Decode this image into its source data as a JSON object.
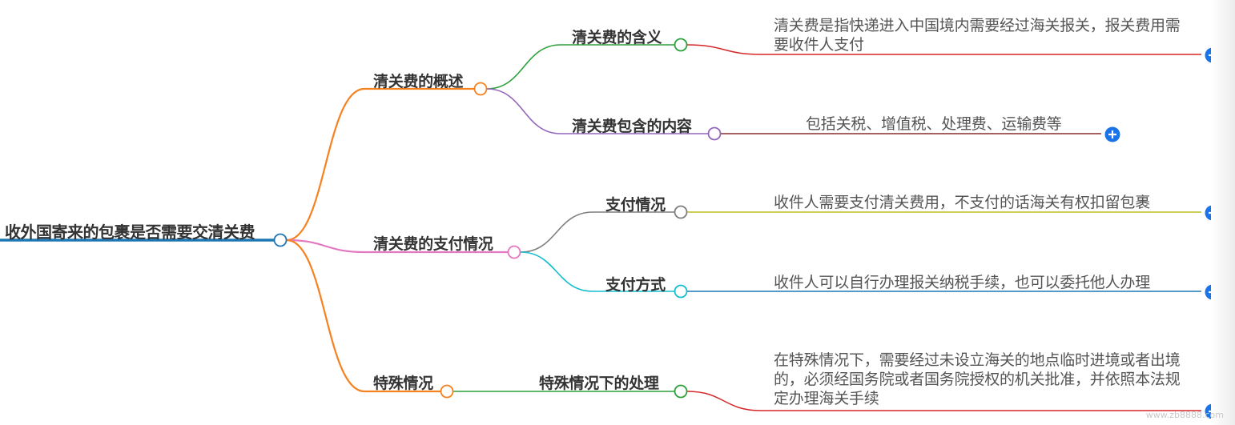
{
  "root": {
    "label": "收外国寄来的包裹是否需要交清关费"
  },
  "branches": [
    {
      "label": "清关费的概述",
      "color": "#f5821f",
      "children": [
        {
          "label": "清关费的含义",
          "color": "#2ea13a",
          "leaf": {
            "text": "清关费是指快递进入中国境内需要经过海关报关，报关费用需要收件人支付",
            "color": "#d62728"
          }
        },
        {
          "label": "清关费包含的内容",
          "color": "#9467bd",
          "leaf": {
            "text": "包括关税、增值税、处理费、运输费等",
            "color": "#8c2d2d"
          }
        }
      ]
    },
    {
      "label": "清关费的支付情况",
      "color": "#e377c2",
      "children": [
        {
          "label": "支付情况",
          "color": "#7f7f7f",
          "leaf": {
            "text": "收件人需要支付清关费用，不支付的话海关有权扣留包裹",
            "color": "#bcbd22"
          }
        },
        {
          "label": "支付方式",
          "color": "#17becf",
          "leaf": {
            "text": "收件人可以自行办理报关纳税手续，也可以委托他人办理",
            "color": "#1f77b4"
          }
        }
      ]
    },
    {
      "label": "特殊情况",
      "color": "#f5821f",
      "children": [
        {
          "label": "特殊情况下的处理",
          "color": "#2ea13a",
          "leaf": {
            "text": "在特殊情况下，需要经过未设立海关的地点临时进境或者出境的，必须经国务院或者国务院授权的机关批准，并依照本法规定办理海关手续",
            "color": "#d62728"
          }
        }
      ]
    }
  ],
  "watermark": "www.zb8888.com",
  "colors": {
    "root_line": "#1f77b4",
    "expand_button": "#1a73e8"
  }
}
